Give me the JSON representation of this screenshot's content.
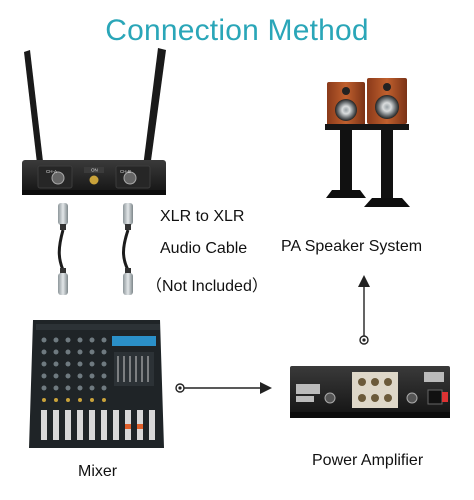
{
  "title": "Connection Method",
  "cable": {
    "line1": "XLR to XLR",
    "line2": "Audio Cable",
    "line3": "（Not Included）"
  },
  "labels": {
    "speaker": "PA Speaker System",
    "mixer": "Mixer",
    "amplifier": "Power Amplifier"
  },
  "receiver": {
    "panel_left": "CH-A",
    "panel_mid": "ON",
    "panel_right": "CH-B"
  },
  "colors": {
    "title": "#2aa6b8",
    "device": "#1c1c1c",
    "speaker_wood": "#b0522a",
    "xlr_chrome": "#bfc5c8"
  }
}
